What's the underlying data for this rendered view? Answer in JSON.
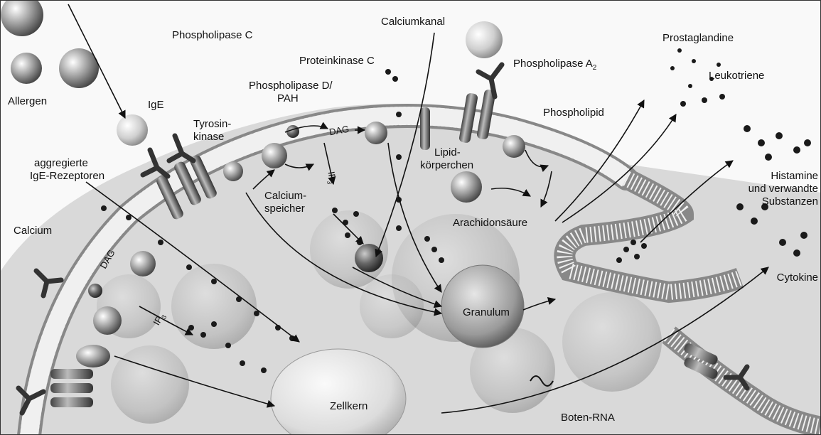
{
  "labels": {
    "allergen": "Allergen",
    "ige": "IgE",
    "tyrosinkinase_1": "Tyrosin-",
    "tyrosinkinase_2": "kinase",
    "aggregierte_1": "aggregierte",
    "aggregierte_2": "IgE-Rezeptoren",
    "calcium": "Calcium",
    "phospholipase_c": "Phospholipase C",
    "phospholipase_d_1": "Phospholipase D/",
    "phospholipase_d_2": "PAH",
    "proteinkinase_c": "Proteinkinase C",
    "calciumkanal": "Calciumkanal",
    "phospholipase_a": "Phospholipase A",
    "phospholipase_a_sub": "2",
    "dag": "DAG",
    "ip": "IP",
    "ip_sub": "3",
    "calciumspeicher_1": "Calcium-",
    "calciumspeicher_2": "speicher",
    "lipid_1": "Lipid-",
    "lipid_2": "körperchen",
    "phospholipid": "Phospholipid",
    "arachidonsaeure": "Arachidonsäure",
    "prostaglandine": "Prostaglandine",
    "leukotriene": "Leukotriene",
    "histamine_1": "Histamine",
    "histamine_2": "und verwandte",
    "histamine_3": "Substanzen",
    "cytokine": "Cytokine",
    "granulum": "Granulum",
    "zellkern": "Zellkern",
    "boten_rna": "Boten-RNA",
    "dag_left": "DAG",
    "ip_left": "IP",
    "ip_left_sub": "3"
  },
  "colors": {
    "ink": "#111111",
    "membrane": "#dcdcdc",
    "vesicle": "#b8b8b8",
    "nucleus": "#e2e2e2",
    "granule": "#9a9a9a",
    "dot": "#1a1a1a"
  }
}
